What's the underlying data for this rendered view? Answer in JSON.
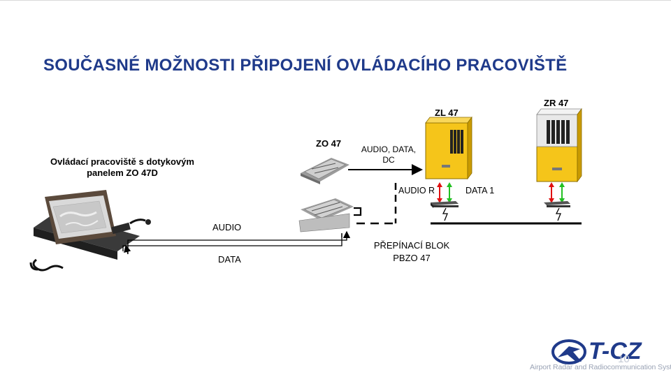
{
  "title": "SOUČASNÉ  MOŽNOSTI  PŘIPOJENÍ  OVLÁDACÍHO  PRACOVIŠTĚ",
  "labels": {
    "workstation_line1": "Ovládací pracoviště s dotykovým",
    "workstation_line2": "panelem ZO 47D",
    "zo47": "ZO 47",
    "audio_data_dc_line1": "AUDIO, DATA,",
    "audio_data_dc_line2": "DC",
    "zl47": "ZL 47",
    "zr47": "ZR 47",
    "audio_r": "AUDIO R",
    "data1": "DATA 1",
    "audio": "AUDIO",
    "data": "DATA",
    "switch_block_line1": "PŘEPÍNACÍ BLOK",
    "switch_block_line2": "PBZO 47"
  },
  "logo": {
    "name": "T-CZ",
    "tagline": "Airport Radar and Radiocommunication Systems",
    "color": "#1f3a8a"
  },
  "page_number": "10",
  "colors": {
    "title": "#1f3a8a",
    "cabinet": "#f5c51a",
    "arrow_red": "#e01010",
    "arrow_green": "#22c022"
  }
}
